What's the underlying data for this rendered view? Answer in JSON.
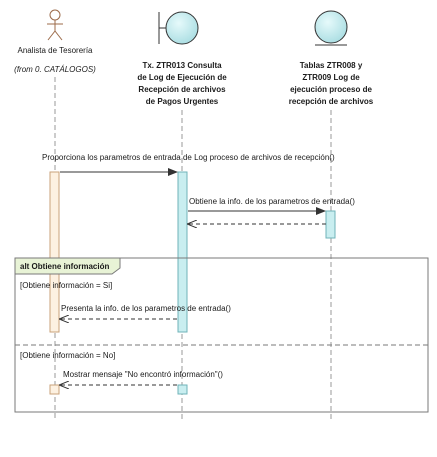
{
  "lifelines": [
    {
      "id": "actor",
      "kind": "actor",
      "name_lines": [
        "Analista de Tesorería"
      ],
      "sub": "(from 0. CATÁLOGOS)"
    },
    {
      "id": "tx",
      "kind": "boundary",
      "name_lines": [
        "Tx. ZTR013 Consulta",
        "de Log de Ejecución de",
        "Recepción de archivos",
        "de Pagos Urgentes"
      ]
    },
    {
      "id": "tablas",
      "kind": "entity",
      "name_lines": [
        "Tablas ZTR008 y",
        "ZTR009 Log de",
        "ejecución proceso de",
        "recepción de archivos"
      ]
    }
  ],
  "messages": {
    "m1": "Proporciona los parametros de entrada de Log proceso de archivos de recepción()",
    "m2": "Obtiene la info. de los parametros de entrada()",
    "m3": "Presenta la info. de los parametros de entrada()",
    "m4": "Mostrar mensaje \"No encontró información\"()"
  },
  "fragment": {
    "title": "alt Obtiene información",
    "guard1": "[Obtiene información = Si]",
    "guard2": "[Obtiene información = No]"
  },
  "colors": {
    "lifeline": "#9a9a9a",
    "actor_activation": "#fdf1e1",
    "actor_activation_border": "#c9a27a",
    "tx_activation": "#c9eef0",
    "tx_activation_border": "#6fb3b8",
    "tab_fill": "#e8f3d6",
    "circle_fill_from": "#d8f5f6",
    "circle_fill_to": "#a9dde2"
  }
}
